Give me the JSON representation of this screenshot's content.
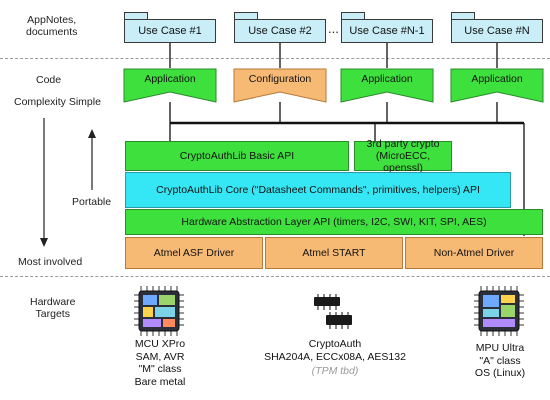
{
  "labels": {
    "appnotes": "AppNotes,\ndocuments",
    "code": "Code",
    "complexity": "Complexity Simple",
    "portable": "Portable",
    "most_involved": "Most involved",
    "hardware_targets": "Hardware\nTargets"
  },
  "use_cases": [
    "Use Case #1",
    "Use Case #2",
    "Use Case #N-1",
    "Use Case #N"
  ],
  "ellipsis": "...",
  "apps": [
    "Application",
    "Configuration",
    "Application",
    "Application"
  ],
  "layers": {
    "basic_api": "CryptoAuthLib Basic API",
    "third_party": "3rd party crypto\n(MicroECC, openssl)",
    "core": "CryptoAuthLib Core (\"Datasheet Commands\", primitives, helpers) API",
    "hal": "Hardware Abstraction Layer API (timers, I2C, SWI, KIT, SPI, AES)"
  },
  "drivers": [
    "Atmel ASF Driver",
    "Atmel START",
    "Non-Atmel Driver"
  ],
  "hardware": {
    "left": "MCU XPro\nSAM, AVR\n\"M\" class\nBare metal",
    "center_title": "CryptoAuth",
    "center_parts": "SHA204A, ECCx08A, AES132",
    "center_note": "(TPM tbd)",
    "right": "MPU Ultra\n\"A\" class\nOS (Linux)"
  },
  "colors": {
    "green": "#3ee03e",
    "cyan": "#35e7f4",
    "orange": "#f7ba74",
    "doc": "#c9eef7"
  }
}
